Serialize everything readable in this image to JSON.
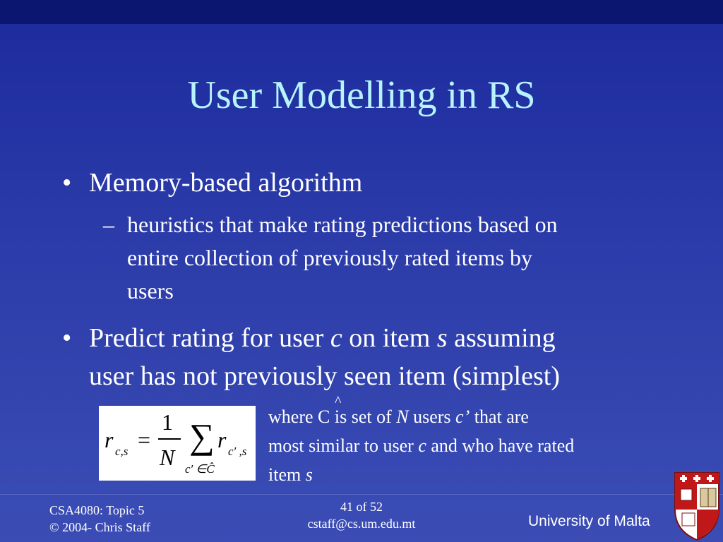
{
  "slide": {
    "title": "User Modelling in RS",
    "bullet1": "Memory-based algorithm",
    "sub1_line1": "heuristics that make rating predictions based on",
    "sub1_line2": "entire collection of previously rated items by",
    "sub1_line3": "users",
    "bullet2_part1": "Predict rating for user ",
    "bullet2_c": "c",
    "bullet2_part2": " on item ",
    "bullet2_s": "s",
    "bullet2_part3": " assuming",
    "bullet2_line2": "user has not previously seen item (simplest)",
    "note_line1_a": "where ",
    "note_line1_C": "C",
    "note_line1_b": " is set of ",
    "note_line1_N": "N",
    "note_line1_c": " users ",
    "note_line1_cprime": "c’",
    "note_line1_d": " that are",
    "note_line2_a": "most similar to user ",
    "note_line2_c": "c",
    "note_line2_b": " and who have rated",
    "note_line3_a": "item ",
    "note_line3_s": "s"
  },
  "formula": {
    "r": "r",
    "sub_lhs": "c,s",
    "equals": "=",
    "numerator": "1",
    "denominator": "N",
    "sigma": "∑",
    "sub_rhs": "c′ ,s",
    "sum_index": "c′ ∈Ĉ"
  },
  "footer": {
    "course": "CSA4080: Topic 5",
    "copyright": "© 2004- Chris Staff",
    "page": "41 of 52",
    "email": "cstaff@cs.um.edu.mt",
    "university": "University of Malta"
  },
  "icons": {
    "logo": "university-crest-icon"
  }
}
